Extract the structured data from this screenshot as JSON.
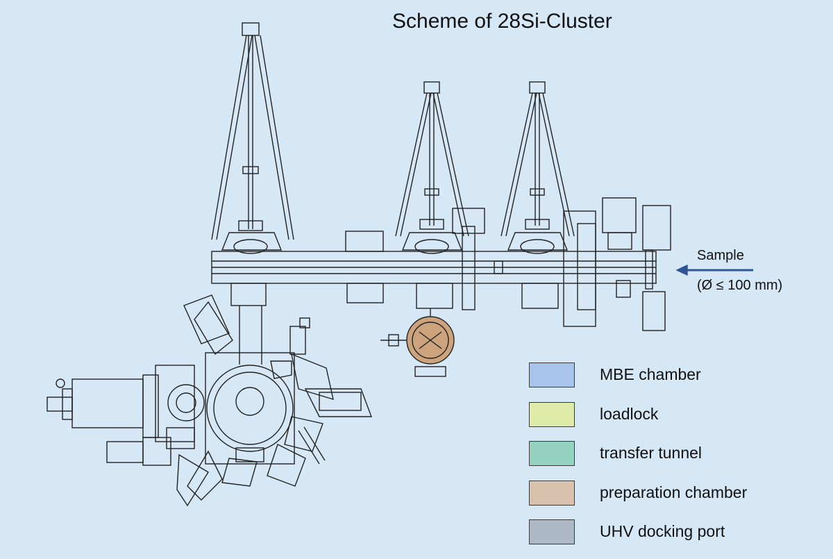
{
  "title": "Scheme of 28Si-Cluster",
  "sample": {
    "label": "Sample",
    "size": "(Ø ≤ 100 mm)",
    "arrow_color": "#2f5597"
  },
  "legend": [
    {
      "label": "MBE chamber",
      "color": "#a9c4ea"
    },
    {
      "label": "loadlock",
      "color": "#dfeba8"
    },
    {
      "label": "transfer tunnel",
      "color": "#96d2c0"
    },
    {
      "label": "preparation chamber",
      "color": "#d8c2ae"
    },
    {
      "label": "UHV docking port",
      "color": "#adb9c7"
    }
  ],
  "colors": {
    "line": "#222222",
    "preparation_highlight": "#c9925e"
  }
}
